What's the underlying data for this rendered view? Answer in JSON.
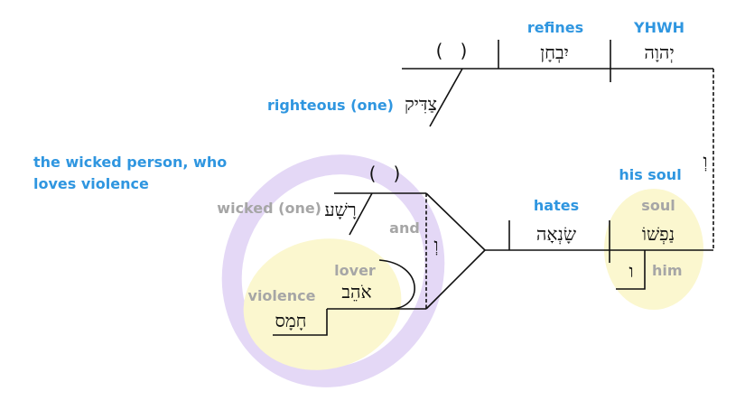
{
  "colors": {
    "gloss_blue": "#2f96e0",
    "gloss_gray": "#a6a6a6",
    "highlight_purple": "#e4d8f6",
    "highlight_yellow": "#fbf7cf",
    "line": "#111111"
  },
  "main_clause": {
    "subject": {
      "hebrew": "יְהוָה",
      "gloss": "YHWH"
    },
    "verb": {
      "hebrew": "יִבְחָן",
      "gloss": "refines"
    },
    "object_placeholder": "(   )",
    "object_modifier": {
      "hebrew": "צַדִּיק",
      "gloss": "righteous (one)"
    }
  },
  "conjunction": {
    "hebrew": "וְ"
  },
  "second_clause": {
    "group_label": "the wicked person, who loves violence",
    "compound_subject": {
      "placeholder": "(   )",
      "conjunction": {
        "hebrew": "וְ",
        "gloss": "and"
      },
      "first": {
        "hebrew": "רָשָׁע",
        "gloss": "wicked (one)"
      },
      "second": {
        "hebrew": "אֹהֵב",
        "gloss": "lover"
      },
      "second_object": {
        "hebrew": "חָמָס",
        "gloss": "violence"
      }
    },
    "verb": {
      "hebrew": "שָׂנְאָה",
      "gloss": "hates"
    },
    "subject_group_label": "his soul",
    "subject": {
      "hebrew": "נַפְשׁוֹ",
      "gloss": "soul"
    },
    "possessive": {
      "hebrew": "ו",
      "gloss": "him"
    }
  }
}
